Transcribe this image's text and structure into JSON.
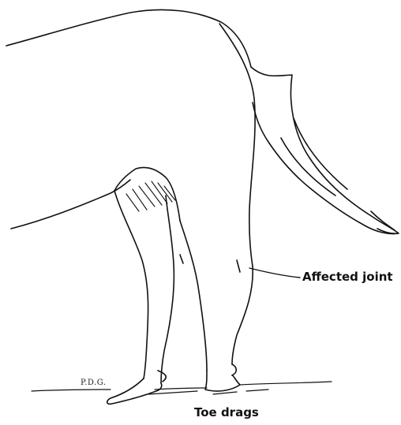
{
  "labels": {
    "affected_joint": "Affected joint",
    "toe_drags": "Toe drags"
  },
  "signature": "P.D.G.",
  "colors": {
    "ink": "#111111",
    "paper": "#ffffff"
  }
}
